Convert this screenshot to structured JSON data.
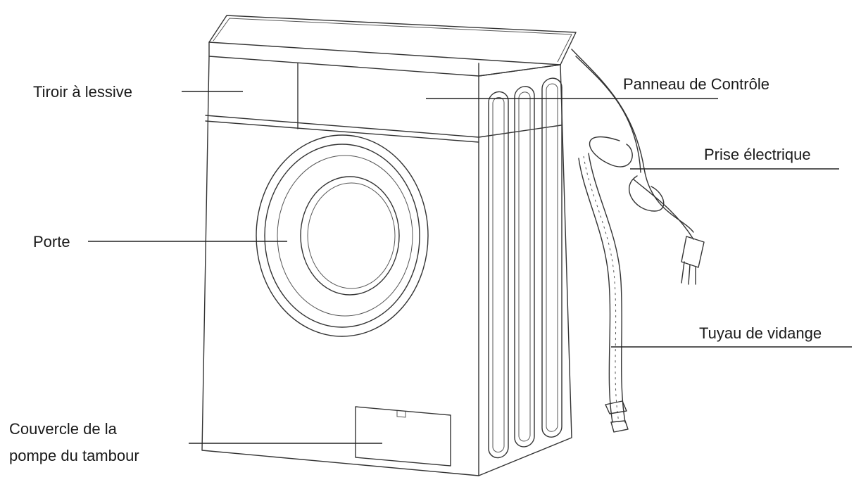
{
  "labels": {
    "detergent_drawer": "Tiroir à lessive",
    "control_panel": "Panneau de Contrôle",
    "power_plug": "Prise électrique",
    "door": "Porte",
    "drain_hose": "Tuyau de vidange",
    "pump_cover_line1": "Couvercle de la",
    "pump_cover_line2": "pompe du tambour"
  }
}
